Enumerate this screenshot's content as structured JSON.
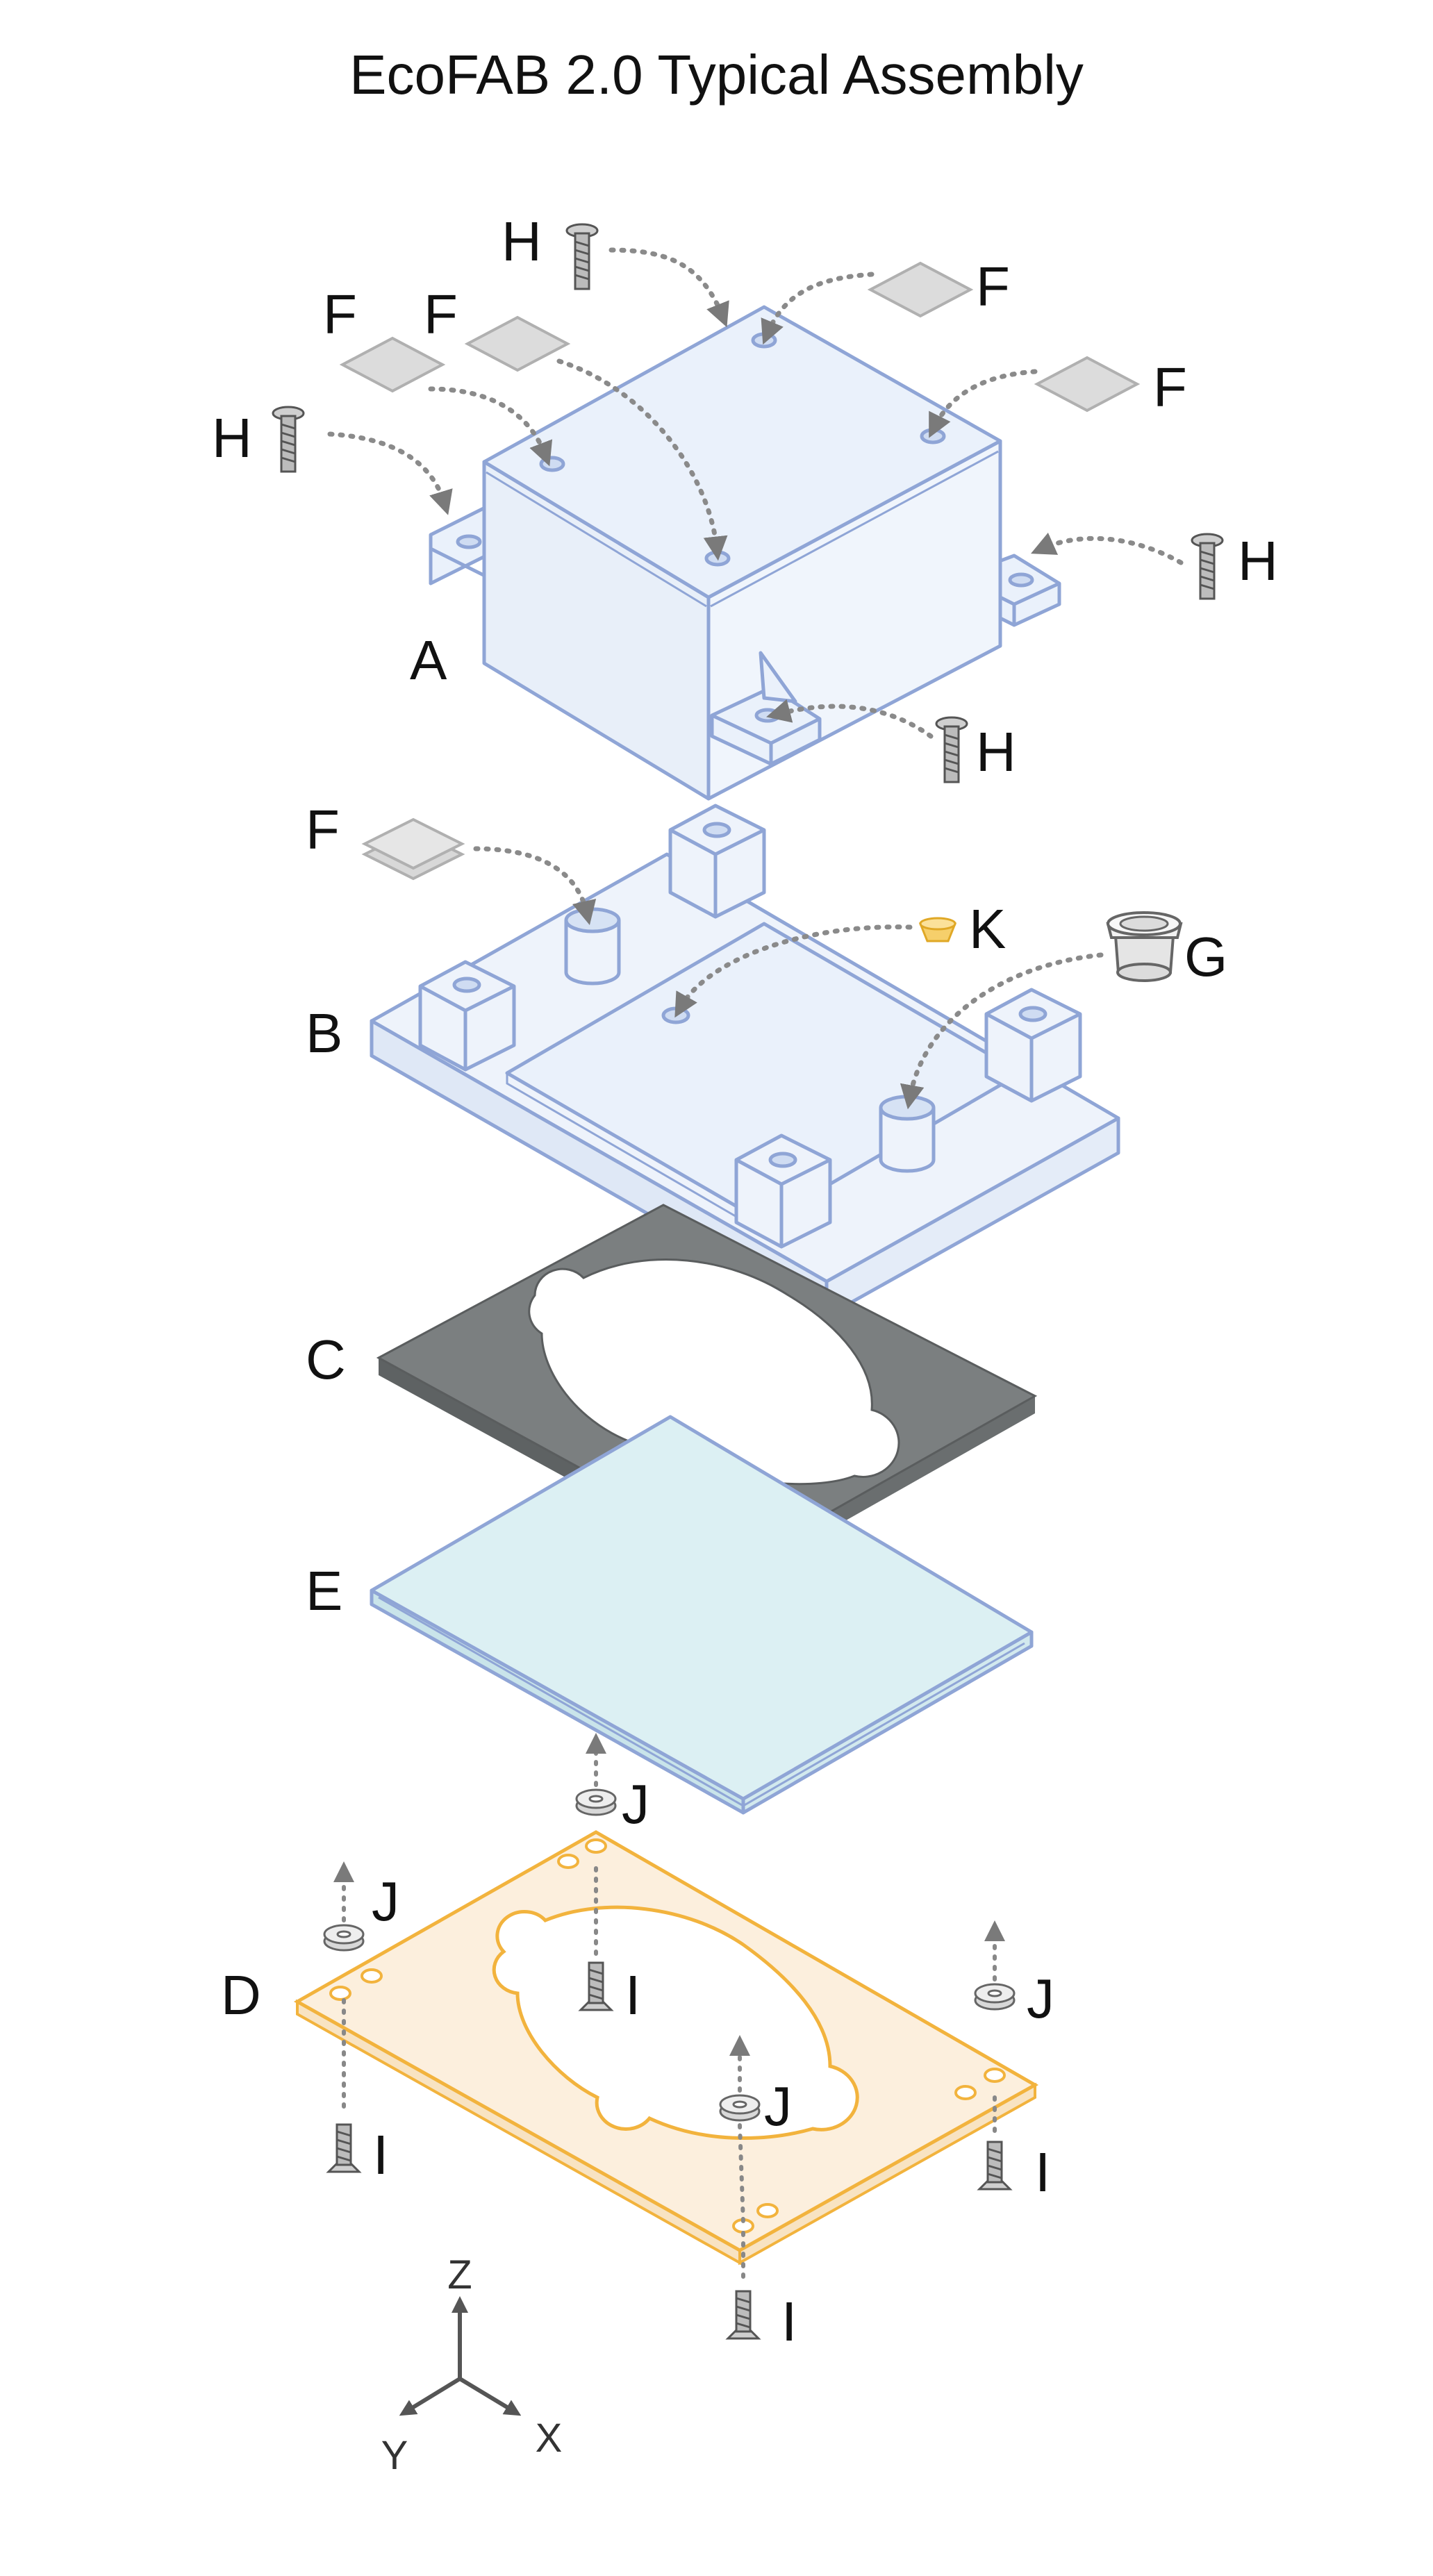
{
  "title": "EcoFAB 2.0 Typical Assembly",
  "parts": {
    "A": "A",
    "B": "B",
    "C": "C",
    "D": "D",
    "E": "E",
    "F": "F",
    "G": "G",
    "H": "H",
    "I": "I",
    "J": "J",
    "K": "K"
  },
  "axes": {
    "z": "Z",
    "y": "Y",
    "x": "X"
  },
  "colors": {
    "blue_face": "#eaf1fb",
    "blue_edge": "#8fa5d6",
    "gasket": "#7b7f80",
    "glass": "#dcf0f3",
    "orange_face": "#fcefdd",
    "orange_edge": "#f2b33d",
    "grey_part": "#d9d9d9"
  },
  "icons": [
    "screw-icon",
    "washer-icon",
    "filter-pad-icon",
    "plug-icon",
    "cap-icon",
    "arrow-icon"
  ]
}
